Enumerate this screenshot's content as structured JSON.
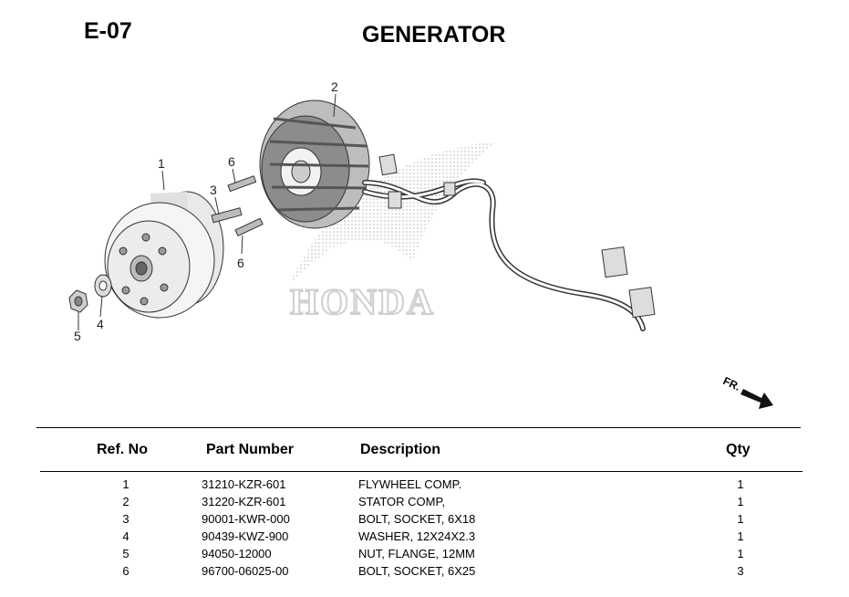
{
  "header": {
    "code": "E-07",
    "title": "GENERATOR"
  },
  "diagram": {
    "watermark": "HONDA",
    "front_marker": "FR.",
    "callouts": [
      "1",
      "2",
      "3",
      "4",
      "5",
      "6",
      "6"
    ]
  },
  "table": {
    "columns": {
      "ref": "Ref. No",
      "part_number": "Part Number",
      "description": "Description",
      "qty": "Qty"
    },
    "rows": [
      {
        "ref": "1",
        "part_number": "31210-KZR-601",
        "description": "FLYWHEEL COMP.",
        "qty": "1"
      },
      {
        "ref": "2",
        "part_number": "31220-KZR-601",
        "description": "STATOR COMP,",
        "qty": "1"
      },
      {
        "ref": "3",
        "part_number": "90001-KWR-000",
        "description": "BOLT, SOCKET, 6X18",
        "qty": "1"
      },
      {
        "ref": "4",
        "part_number": "90439-KWZ-900",
        "description": "WASHER, 12X24X2.3",
        "qty": "1"
      },
      {
        "ref": "5",
        "part_number": "94050-12000",
        "description": "NUT, FLANGE, 12MM",
        "qty": "1"
      },
      {
        "ref": "6",
        "part_number": "96700-06025-00",
        "description": "BOLT, SOCKET, 6X25",
        "qty": "3"
      }
    ]
  }
}
